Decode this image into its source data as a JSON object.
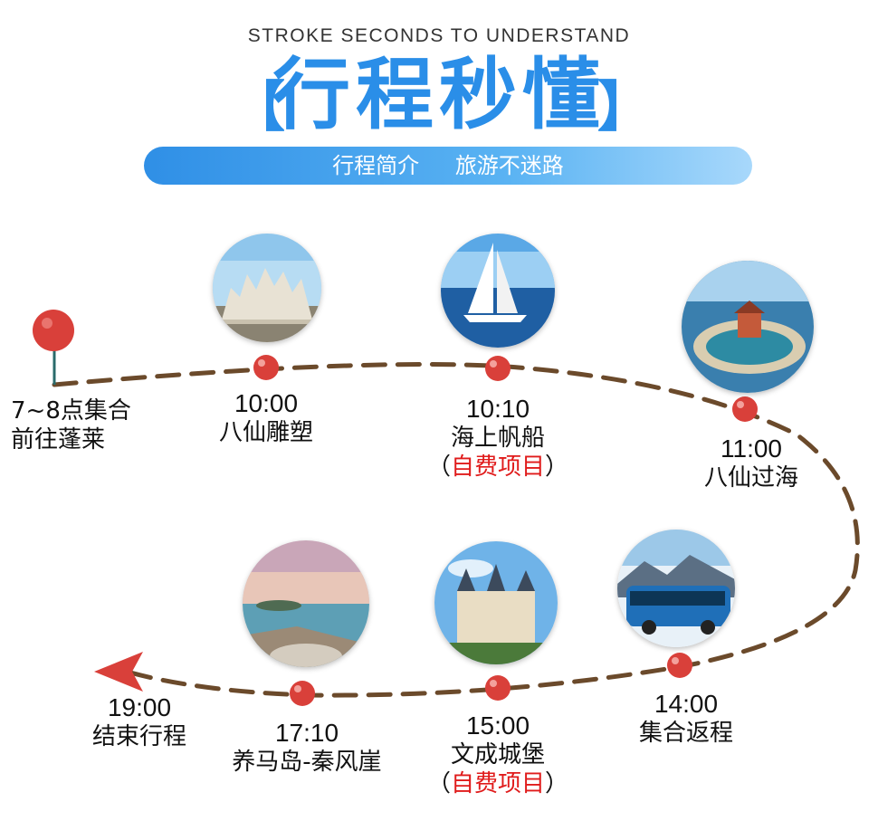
{
  "header": {
    "subtitle": "STROKE SECONDS TO UNDERSTAND",
    "title": "行程秒懂",
    "bracket_left": "【",
    "bracket_right": "】",
    "banner_left": "行程简介",
    "banner_right": "旅游不迷路"
  },
  "colors": {
    "accent": "#2a8ee8",
    "route": "#6b4a2b",
    "marker": "#d9403a",
    "fee": "#e01b1b"
  },
  "start": {
    "line1": "7~8点集合",
    "line2": "前往蓬莱"
  },
  "stops": [
    {
      "time": "10:00",
      "name": "八仙雕塑",
      "image": "statues-photo"
    },
    {
      "time": "10:10",
      "name": "海上帆船",
      "extra": "自费项目",
      "image": "sailboat-photo"
    },
    {
      "time": "11:00",
      "name": "八仙过海",
      "image": "island-temple-photo"
    },
    {
      "time": "14:00",
      "name": "集合返程",
      "image": "bus-photo"
    },
    {
      "time": "15:00",
      "name": "文成城堡",
      "extra": "自费项目",
      "image": "castle-photo"
    },
    {
      "time": "17:10",
      "name": "养马岛-秦风崖",
      "image": "coast-photo"
    },
    {
      "time": "19:00",
      "name": "结束行程"
    }
  ],
  "paren_open": "（",
  "paren_close": "）"
}
